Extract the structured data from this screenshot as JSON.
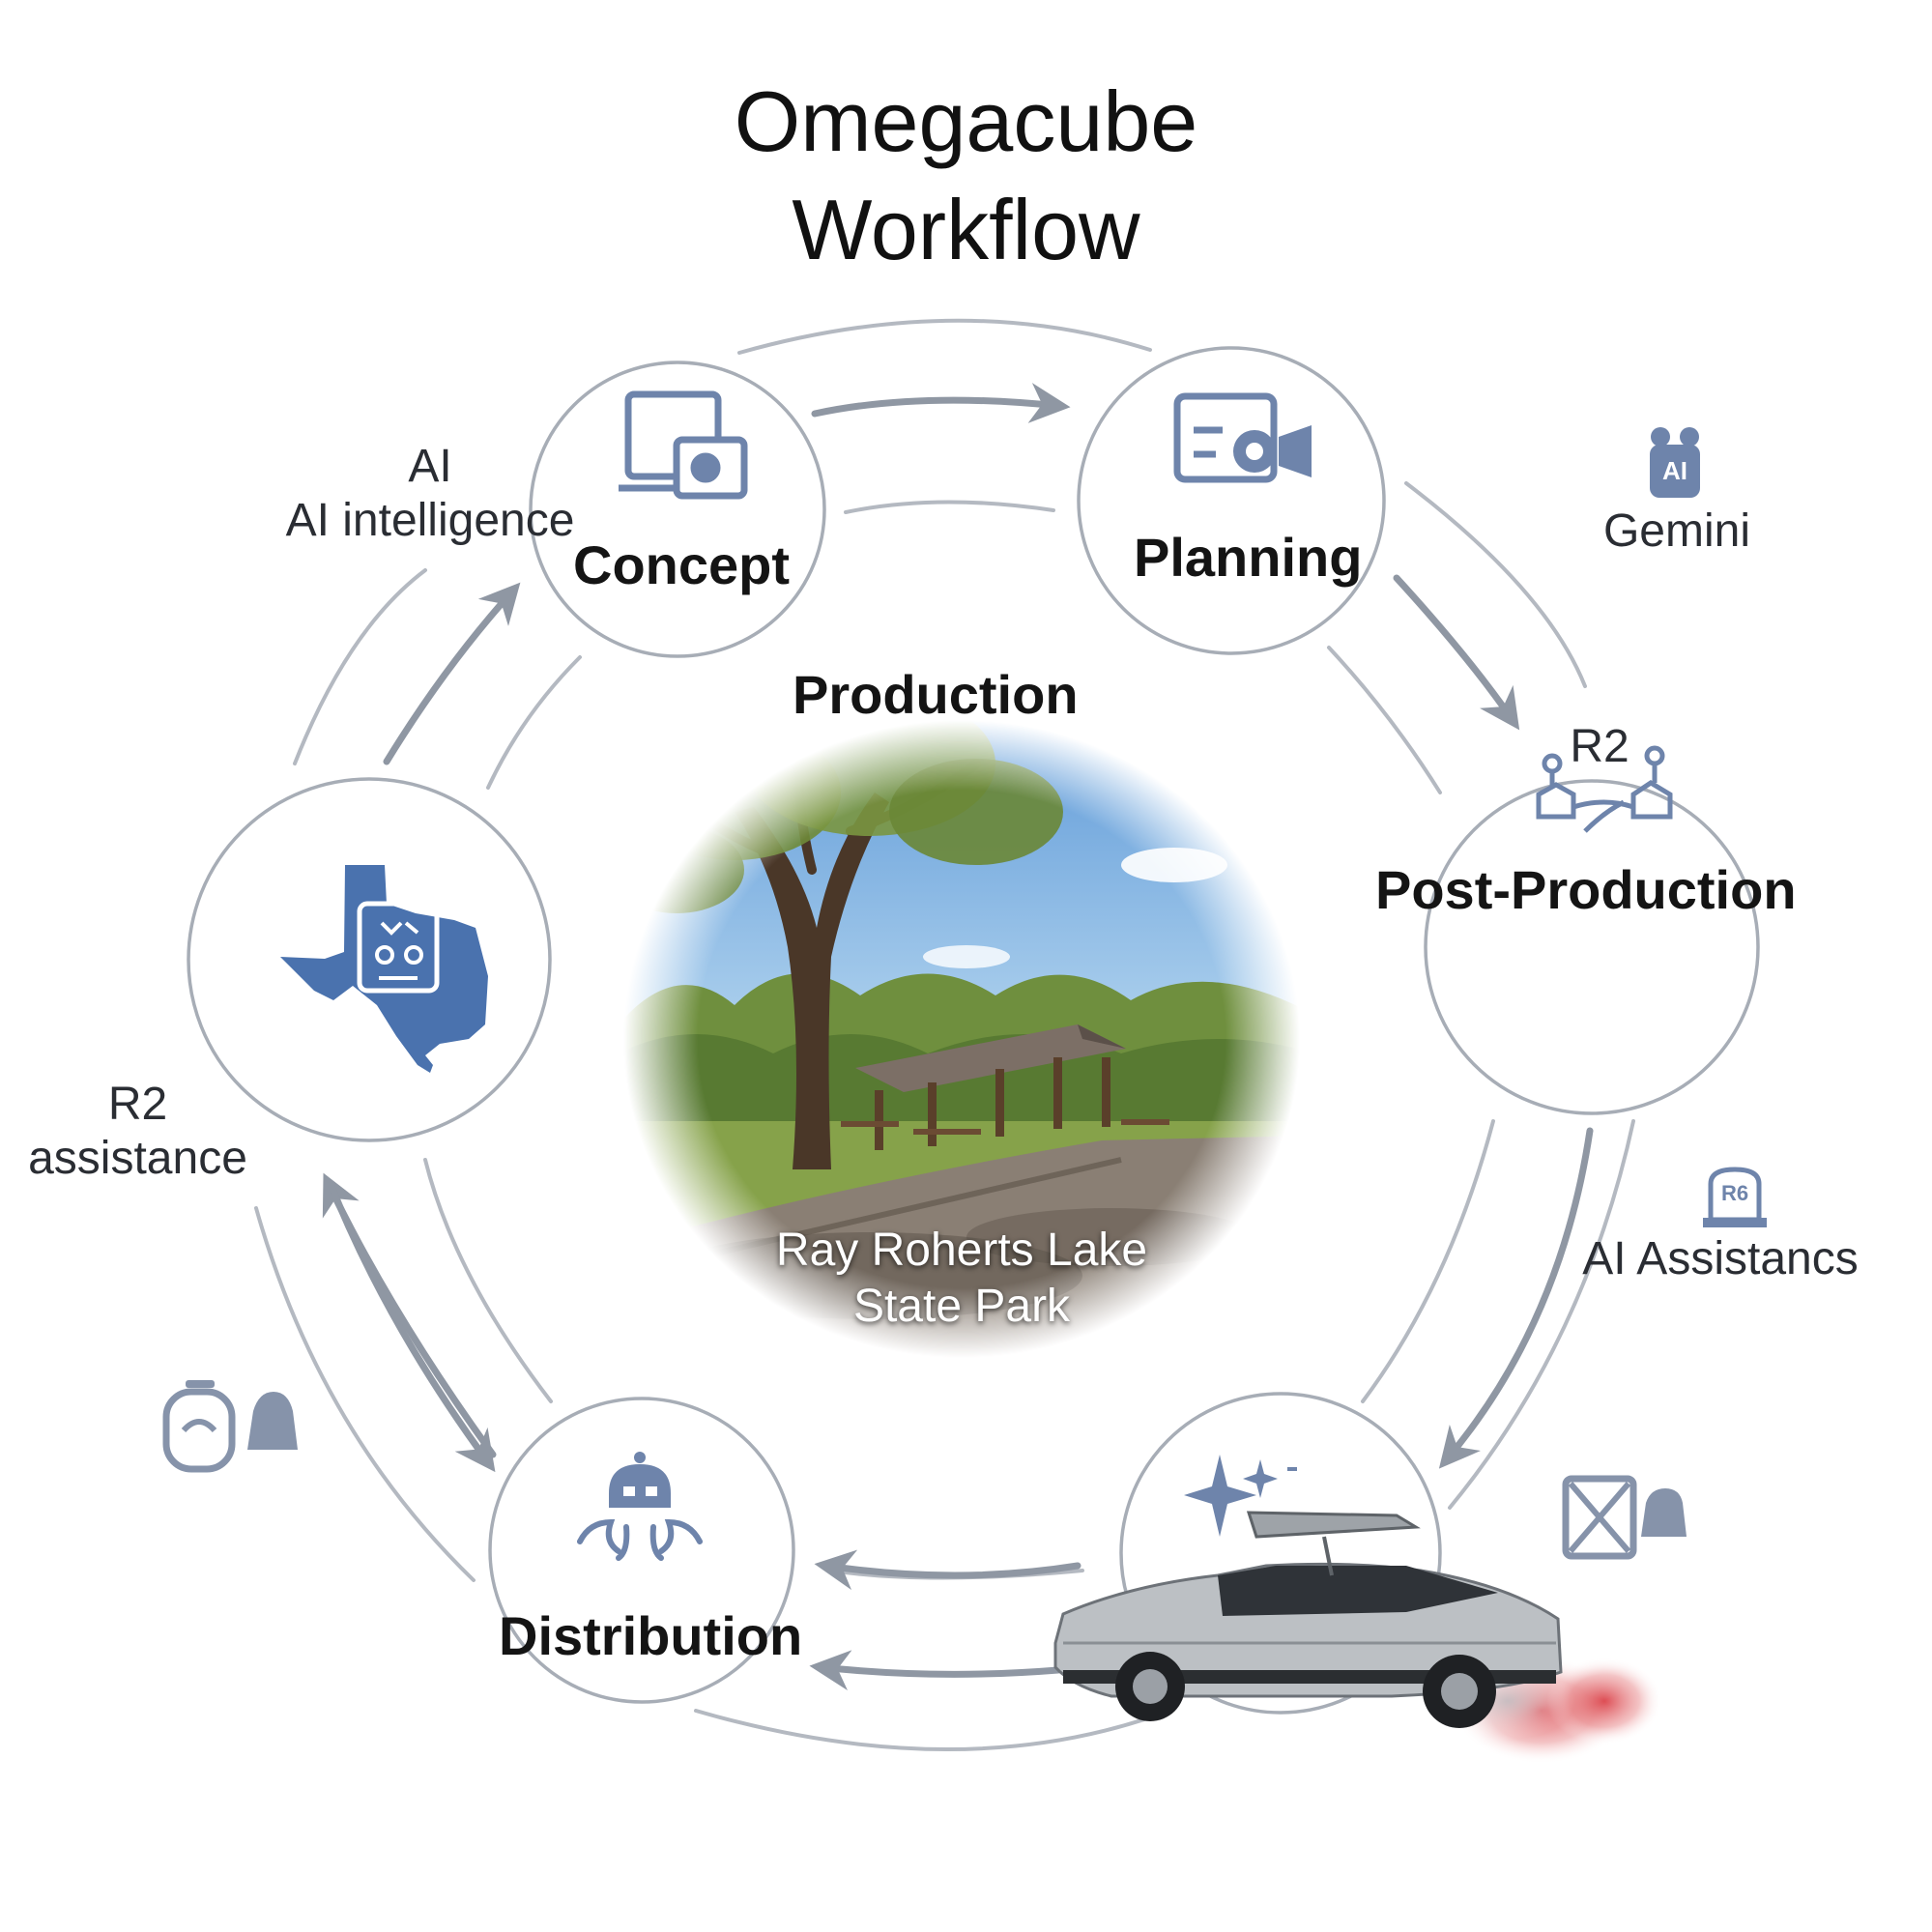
{
  "title_line1": "Omegacube",
  "title_line2": "Workflow",
  "stages": {
    "concept": "Concept",
    "planning": "Planning",
    "production": "Production",
    "post_production": "Post-Production",
    "distribution": "Distribution"
  },
  "side_labels": {
    "ai_line1": "AI",
    "ai_line2": "AI intelligence",
    "gemini": "Gemini",
    "r2_top": "R2",
    "r2_line1": "R2",
    "r2_line2": "assistance",
    "ai_assistance": "AI Assistancs"
  },
  "icon_badges": {
    "ai_chip": "AI",
    "r6_badge": "R6"
  },
  "photo_caption_line1": "Ray Roherts Lake",
  "photo_caption_line2": "State Park",
  "colors": {
    "icon_blue": "#6e84ab",
    "texas_blue": "#4a72ae",
    "ring_gray": "#a7adb6",
    "arrow_gray": "#8f97a3"
  }
}
